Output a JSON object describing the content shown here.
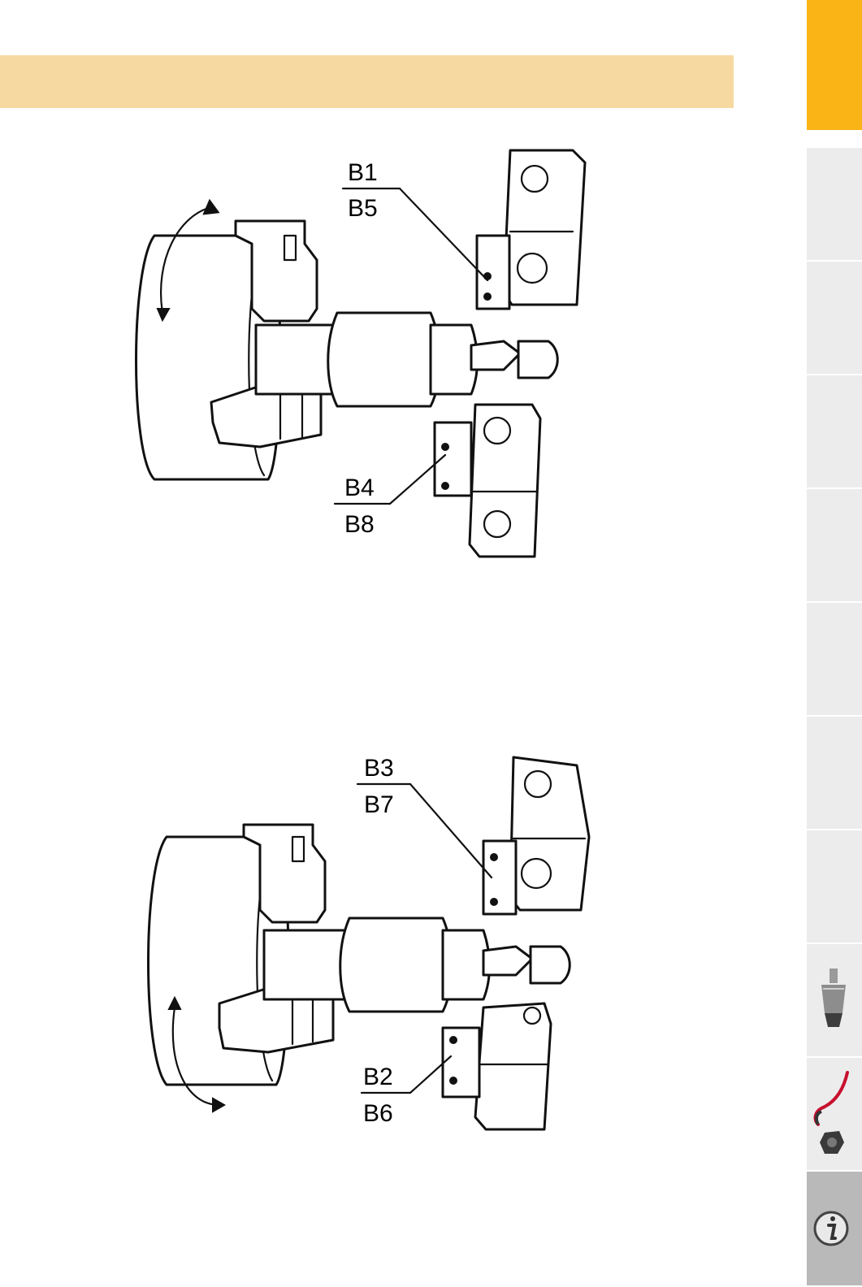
{
  "colors": {
    "header_band": "#f6d9a0",
    "tab_active": "#fbb416",
    "tab_inactive": "#ececec",
    "tab_info": "#b9b9b9"
  },
  "figures": [
    {
      "label_top": "B1",
      "label_top_sub": "B5",
      "label_bottom": "B4",
      "label_bottom_sub": "B8"
    },
    {
      "label_top": "B3",
      "label_top_sub": "B7",
      "label_bottom": "B2",
      "label_bottom_sub": "B6"
    }
  ],
  "sidebar": {
    "tabs": [
      {
        "state": "active"
      },
      {
        "state": "inactive"
      },
      {
        "state": "inactive"
      },
      {
        "state": "inactive"
      },
      {
        "state": "inactive"
      },
      {
        "state": "inactive"
      },
      {
        "state": "inactive"
      },
      {
        "state": "inactive",
        "icon": "drill-chuck-icon"
      },
      {
        "state": "inactive",
        "icon": "spanner-and-nut-icon"
      },
      {
        "state": "info",
        "icon": "info-icon"
      }
    ]
  }
}
